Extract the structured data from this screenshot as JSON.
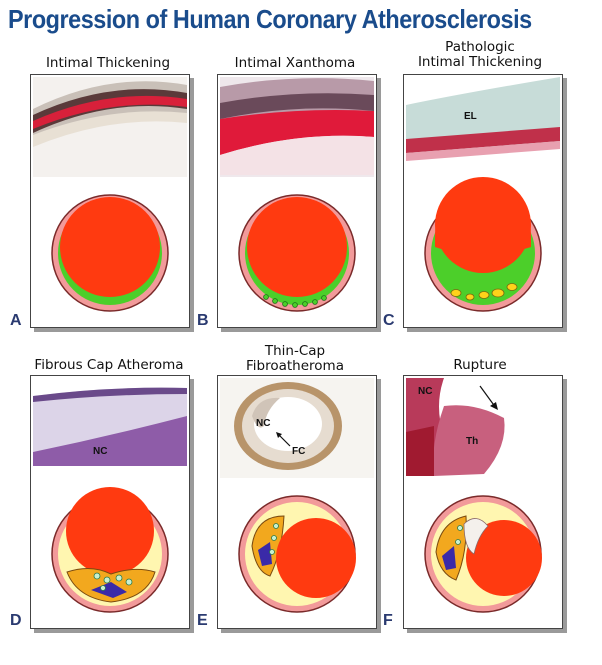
{
  "title": "Progression of Human Coronary Atherosclerosis",
  "panels": [
    {
      "letter": "A",
      "title": "Intimal Thickening"
    },
    {
      "letter": "B",
      "title": "Intimal Xanthoma"
    },
    {
      "letter": "C",
      "title": "Pathologic\nIntimal Thickening",
      "labels": [
        "EL"
      ]
    },
    {
      "letter": "D",
      "title": "Fibrous Cap Atheroma",
      "labels": [
        "NC"
      ]
    },
    {
      "letter": "E",
      "title": "Thin-Cap\nFibroatheroma",
      "labels": [
        "NC",
        "FC"
      ]
    },
    {
      "letter": "F",
      "title": "Rupture",
      "labels": [
        "NC",
        "Th"
      ]
    }
  ],
  "colors": {
    "title": "#1a4c8c",
    "lumen": "#ff3a10",
    "vessel_wall": "#f29a9a",
    "intima": "#4ccf2a",
    "core": "#f2a81e",
    "cap": "#fff6b0",
    "calcium": "#3a2aa8"
  }
}
